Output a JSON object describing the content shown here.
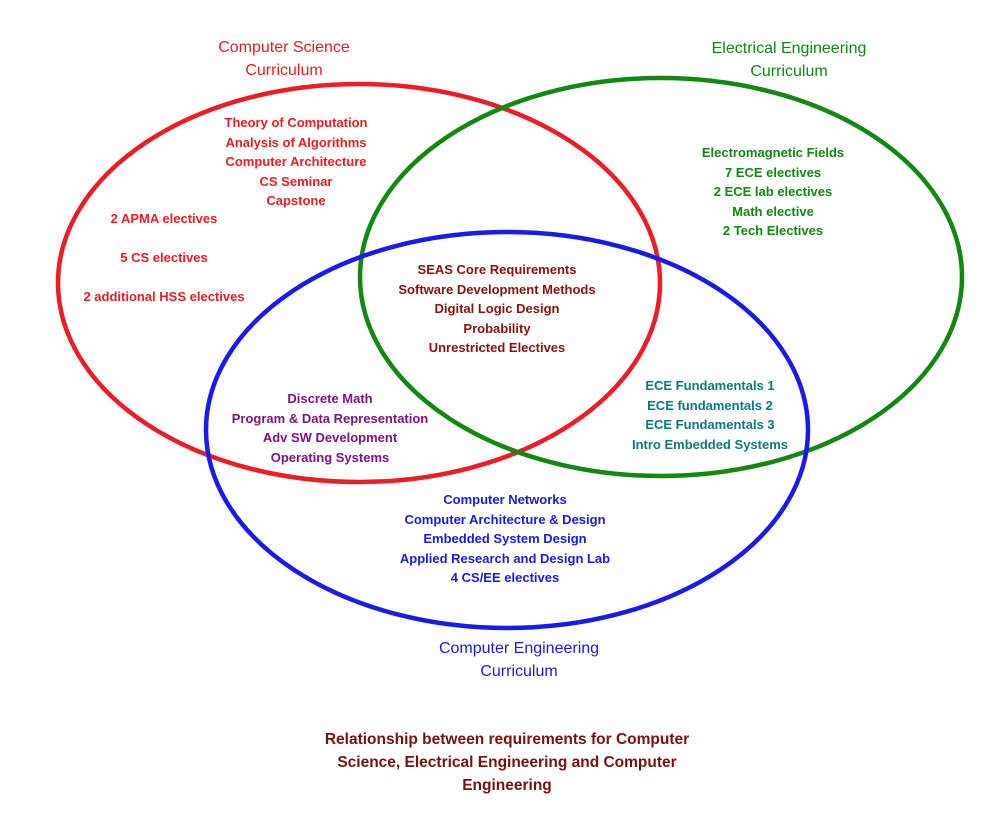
{
  "colors": {
    "cs": "#ee1c25",
    "ee": "#118811",
    "ce": "#1a1aee",
    "cs_ee_ce": "#8b1010",
    "cs_ce": "#80147d",
    "ee_ce": "#0d7a7a",
    "caption": "#7a1010"
  },
  "circles": {
    "cs": {
      "title_lines": [
        "Computer Science",
        "Curriculum"
      ],
      "core_items": [
        "Theory of Computation",
        "Analysis of Algorithms",
        "Computer Architecture",
        "CS Seminar",
        "Capstone"
      ],
      "elective_1": "2 APMA electives",
      "elective_2": "5 CS electives",
      "elective_3": "2 additional HSS electives"
    },
    "ee": {
      "title_lines": [
        "Electrical Engineering",
        "Curriculum"
      ],
      "items": [
        "Electromagnetic Fields",
        "7 ECE electives",
        "2 ECE lab electives",
        "Math elective",
        "2 Tech Electives"
      ]
    },
    "ce": {
      "title_lines": [
        "Computer Engineering",
        "Curriculum"
      ],
      "items": [
        "Computer Networks",
        "Computer Architecture & Design",
        "Embedded System Design",
        "Applied Research and Design Lab",
        "4 CS/EE electives"
      ]
    }
  },
  "overlaps": {
    "all_three": [
      "SEAS Core Requirements",
      "Software Development Methods",
      "Digital Logic Design",
      "Probability",
      "Unrestricted Electives"
    ],
    "cs_ce": [
      "Discrete Math",
      "Program & Data Representation",
      "Adv SW Development",
      "Operating Systems"
    ],
    "ee_ce": [
      "ECE Fundamentals 1",
      "ECE fundamentals 2",
      "ECE Fundamentals 3",
      "Intro Embedded Systems"
    ]
  },
  "caption_lines": [
    "Relationship between requirements for Computer",
    "Science, Electrical Engineering and Computer",
    "Engineering"
  ]
}
